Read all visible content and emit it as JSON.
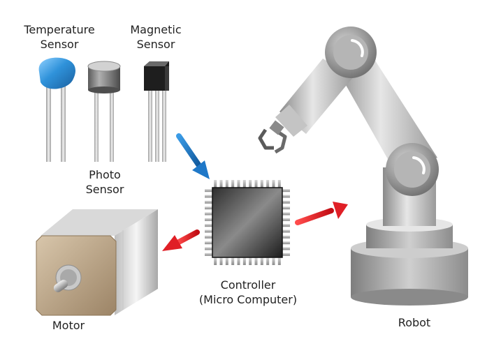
{
  "labels": {
    "temperature_sensor": [
      "Temperature",
      "Sensor"
    ],
    "magnetic_sensor": [
      "Magnetic",
      "Sensor"
    ],
    "photo_sensor": [
      "Photo",
      "Sensor"
    ],
    "controller": [
      "Controller",
      "(Micro Computer)"
    ],
    "motor": "Motor",
    "robot": "Robot"
  },
  "colors": {
    "input_arrow": "#1f78c8",
    "output_arrow": "#e01f26",
    "temperature_sensor_body": "#3a9ee0",
    "robot_gray": "#9a9a9a"
  }
}
